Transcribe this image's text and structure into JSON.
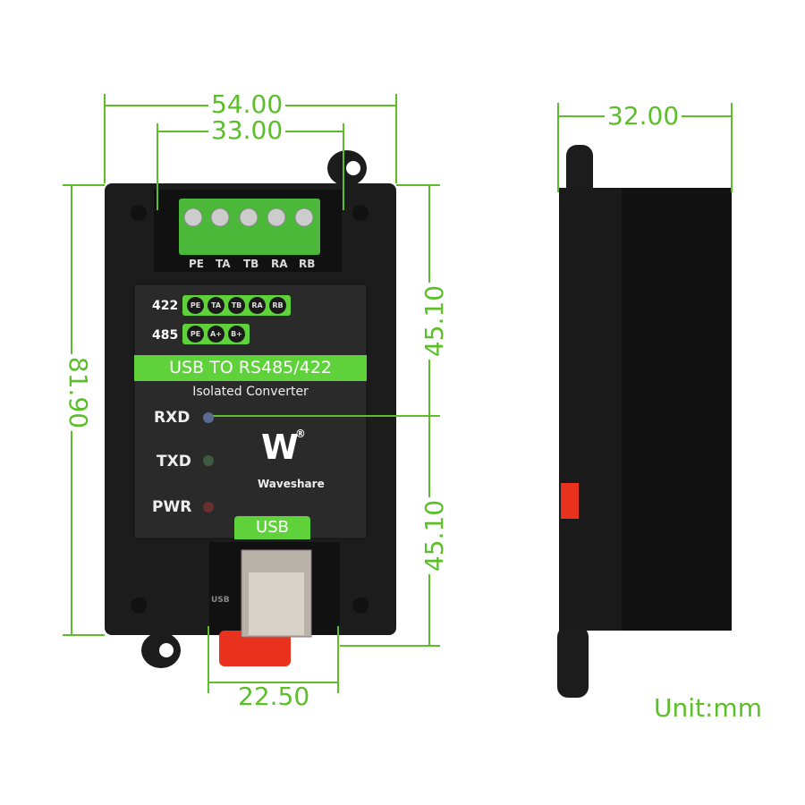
{
  "dimensions": {
    "width_total": "54.00",
    "terminal_width": "33.00",
    "height_total": "81.90",
    "height_upper": "45.10",
    "height_lower": "45.10",
    "usb_width": "22.50",
    "depth": "32.00",
    "unit": "Unit:mm"
  },
  "device": {
    "terminal_labels": [
      "PE",
      "TA",
      "TB",
      "RA",
      "RB"
    ],
    "row_422": {
      "label": "422",
      "pins": [
        "PE",
        "TA",
        "TB",
        "RA",
        "RB"
      ]
    },
    "row_485": {
      "label": "485",
      "pins": [
        "PE",
        "A+",
        "B+"
      ]
    },
    "title": "USB TO RS485/422",
    "subtitle": "Isolated Converter",
    "leds": [
      {
        "label": "RXD",
        "color": "#5a6a90"
      },
      {
        "label": "TXD",
        "color": "#3e5a40"
      },
      {
        "label": "PWR",
        "color": "#6a3030"
      }
    ],
    "brand": "Waveshare",
    "usb_label": "USB",
    "usb_port_label": "USB"
  },
  "colors": {
    "dimension": "#5cbf2a",
    "accent_green": "#5fd13b",
    "body": "#1c1c1c",
    "clip": "#e8321e"
  }
}
